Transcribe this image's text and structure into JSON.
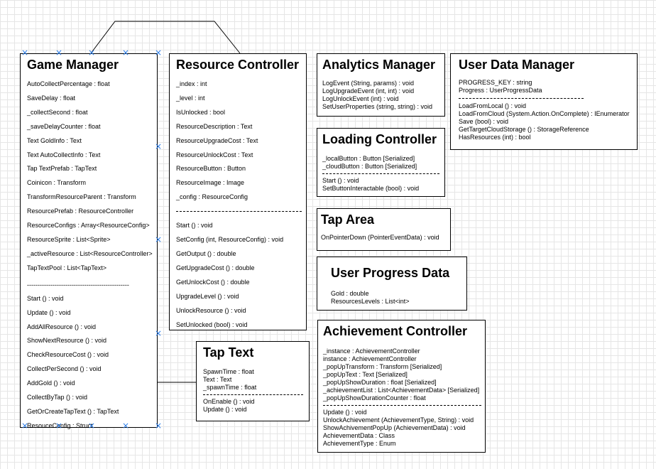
{
  "game_manager": {
    "title": "Game Manager",
    "attributes": [
      "AutoCollectPercentage : float",
      "SaveDelay : float",
      "_collectSecond : float",
      "_saveDelayCounter : float",
      "Text GoldInfo : Text",
      "Text AutoCollectInfo : Text",
      "Tap TextPrefab : TapText",
      "Coinicon : Transform",
      "TransformResourceParent : Transform",
      "ResourcePrefab : ResourceController",
      "ResourceConfigs : Array<ResourceConfig>",
      "ResourceSprite : List<Sprite>",
      "_activeResource : List<ResourceController>",
      "TapTextPool : List<TapText>"
    ],
    "separator": "------------------------------------------------",
    "methods": [
      "Start () : void",
      "Update () : void",
      "AddAllResource () : void",
      "ShowNextResource () : void",
      "CheckResourceCost () : void",
      "CollectPerSecond () : void",
      "AddGold () : void",
      "CollectByTap () : void",
      "GetOrCreateTapText () : TapText",
      "ResouceConfig : Struct"
    ]
  },
  "resource_controller": {
    "title": "Resource Controller",
    "attributes": [
      "_index : int",
      "_level : int",
      "IsUnlocked : bool",
      "ResourceDescription : Text",
      "ResourceUpgradeCost : Text",
      "ResourceUnlockCost : Text",
      "ResourceButton : Button",
      "ResourceImage : Image",
      "_config : ResourceConfig"
    ],
    "methods": [
      "Start () : void",
      "SetConfig (int, ResourceConfig) : void",
      "GetOutput () : double",
      "GetUpgradeCost () : double",
      "GetUnlockCost () : double",
      "UpgradeLevel () : void",
      "UnlockResource () : void",
      "SetUnlocked (bool) : void"
    ]
  },
  "analytics_manager": {
    "title": "Analytics Manager",
    "methods": [
      "LogEvent (String, params) : void",
      "LogUpgradeEvent (int, int) : void",
      "LogUnlockEvent (int) : void",
      "SetUserProperties (string, string) : void"
    ]
  },
  "user_data_manager": {
    "title": "User Data Manager",
    "attributes": [
      "PROGRESS_KEY : string",
      "Progress : UserProgressData"
    ],
    "methods": [
      "LoadFromLocal () : void",
      "LoadFromCloud (System.Action.OnComplete) : IEnumerator",
      "Save (bool) : void",
      "GetTargetCloudStorage () : StorageReference",
      "HasResources (int) : bool"
    ]
  },
  "loading_controller": {
    "title": "Loading Controller",
    "attributes": [
      "_localButton : Button [Serialized]",
      "_cloudButton : Button [Serialized]"
    ],
    "methods": [
      "Start () : void",
      "SetButtonInteractable (bool) : void"
    ]
  },
  "tap_area": {
    "title": "Tap Area",
    "methods": [
      "OnPointerDown (PointerEventData) : void"
    ]
  },
  "user_progress_data": {
    "title": "User Progress Data",
    "attributes": [
      "Gold : double",
      "ResourcesLevels : List<int>"
    ]
  },
  "tap_text": {
    "title": "Tap Text",
    "attributes": [
      "SpawnTime : float",
      "Text : Text",
      "_spawnTime : float"
    ],
    "methods": [
      "OnEnable () : void",
      "Update () : void"
    ]
  },
  "achievement_controller": {
    "title": "Achievement Controller",
    "attributes": [
      "_instance : AchievementController",
      "instance : AchievementController",
      "_popUpTransform : Transform [Serialized]",
      "_popUpText : Text [Serialized]",
      "_popUpShowDuration : float [Serialized]",
      "_achievementList : List<AchievementData> [Serialized]",
      "_popUpShowDurationCounter : float"
    ],
    "methods": [
      "Update () : void",
      "UnlockAchievement (AchievementType, String) : void",
      "ShowAchivementPopUp (AchievementData) : void",
      "AchievementData : Class",
      "AchievementType : Enum"
    ]
  },
  "colors": {
    "border": "#000000",
    "grid": "#e6e6e6",
    "selection_marker": "#2b7de9"
  }
}
